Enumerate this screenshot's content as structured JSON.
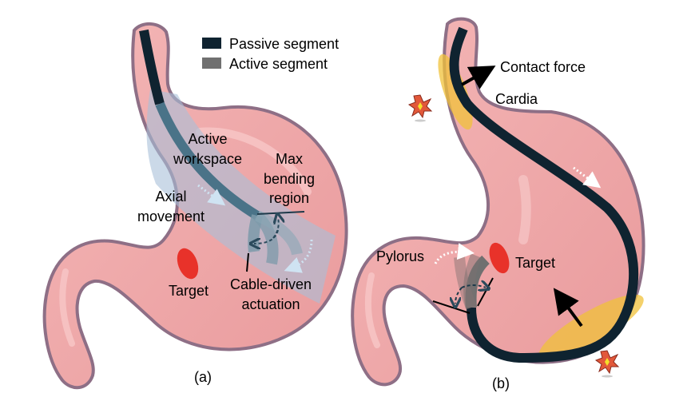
{
  "legend": {
    "items": [
      {
        "label": "Passive segment",
        "color": "#0f2330"
      },
      {
        "label": "Active segment",
        "color": "#707070"
      }
    ]
  },
  "panel_a": {
    "caption": "(a)",
    "labels": {
      "active_workspace_1": "Active",
      "active_workspace_2": "workspace",
      "max_bending_1": "Max",
      "max_bending_2": "bending",
      "max_bending_3": "region",
      "axial_1": "Axial",
      "axial_2": "movement",
      "target": "Target",
      "cable_1": "Cable-driven",
      "cable_2": "actuation"
    }
  },
  "panel_b": {
    "caption": "(b)",
    "labels": {
      "contact_force": "Contact force",
      "cardia": "Cardia",
      "pylorus": "Pylorus",
      "target": "Target"
    }
  },
  "colors": {
    "stomach_fill": "#eda1a1",
    "stomach_outline": "#8e6f86",
    "passive": "#0f2330",
    "active": "#707070",
    "workspace": "#a9c0d8",
    "target": "#e8322a",
    "contact_zone": "#f0c23a"
  }
}
